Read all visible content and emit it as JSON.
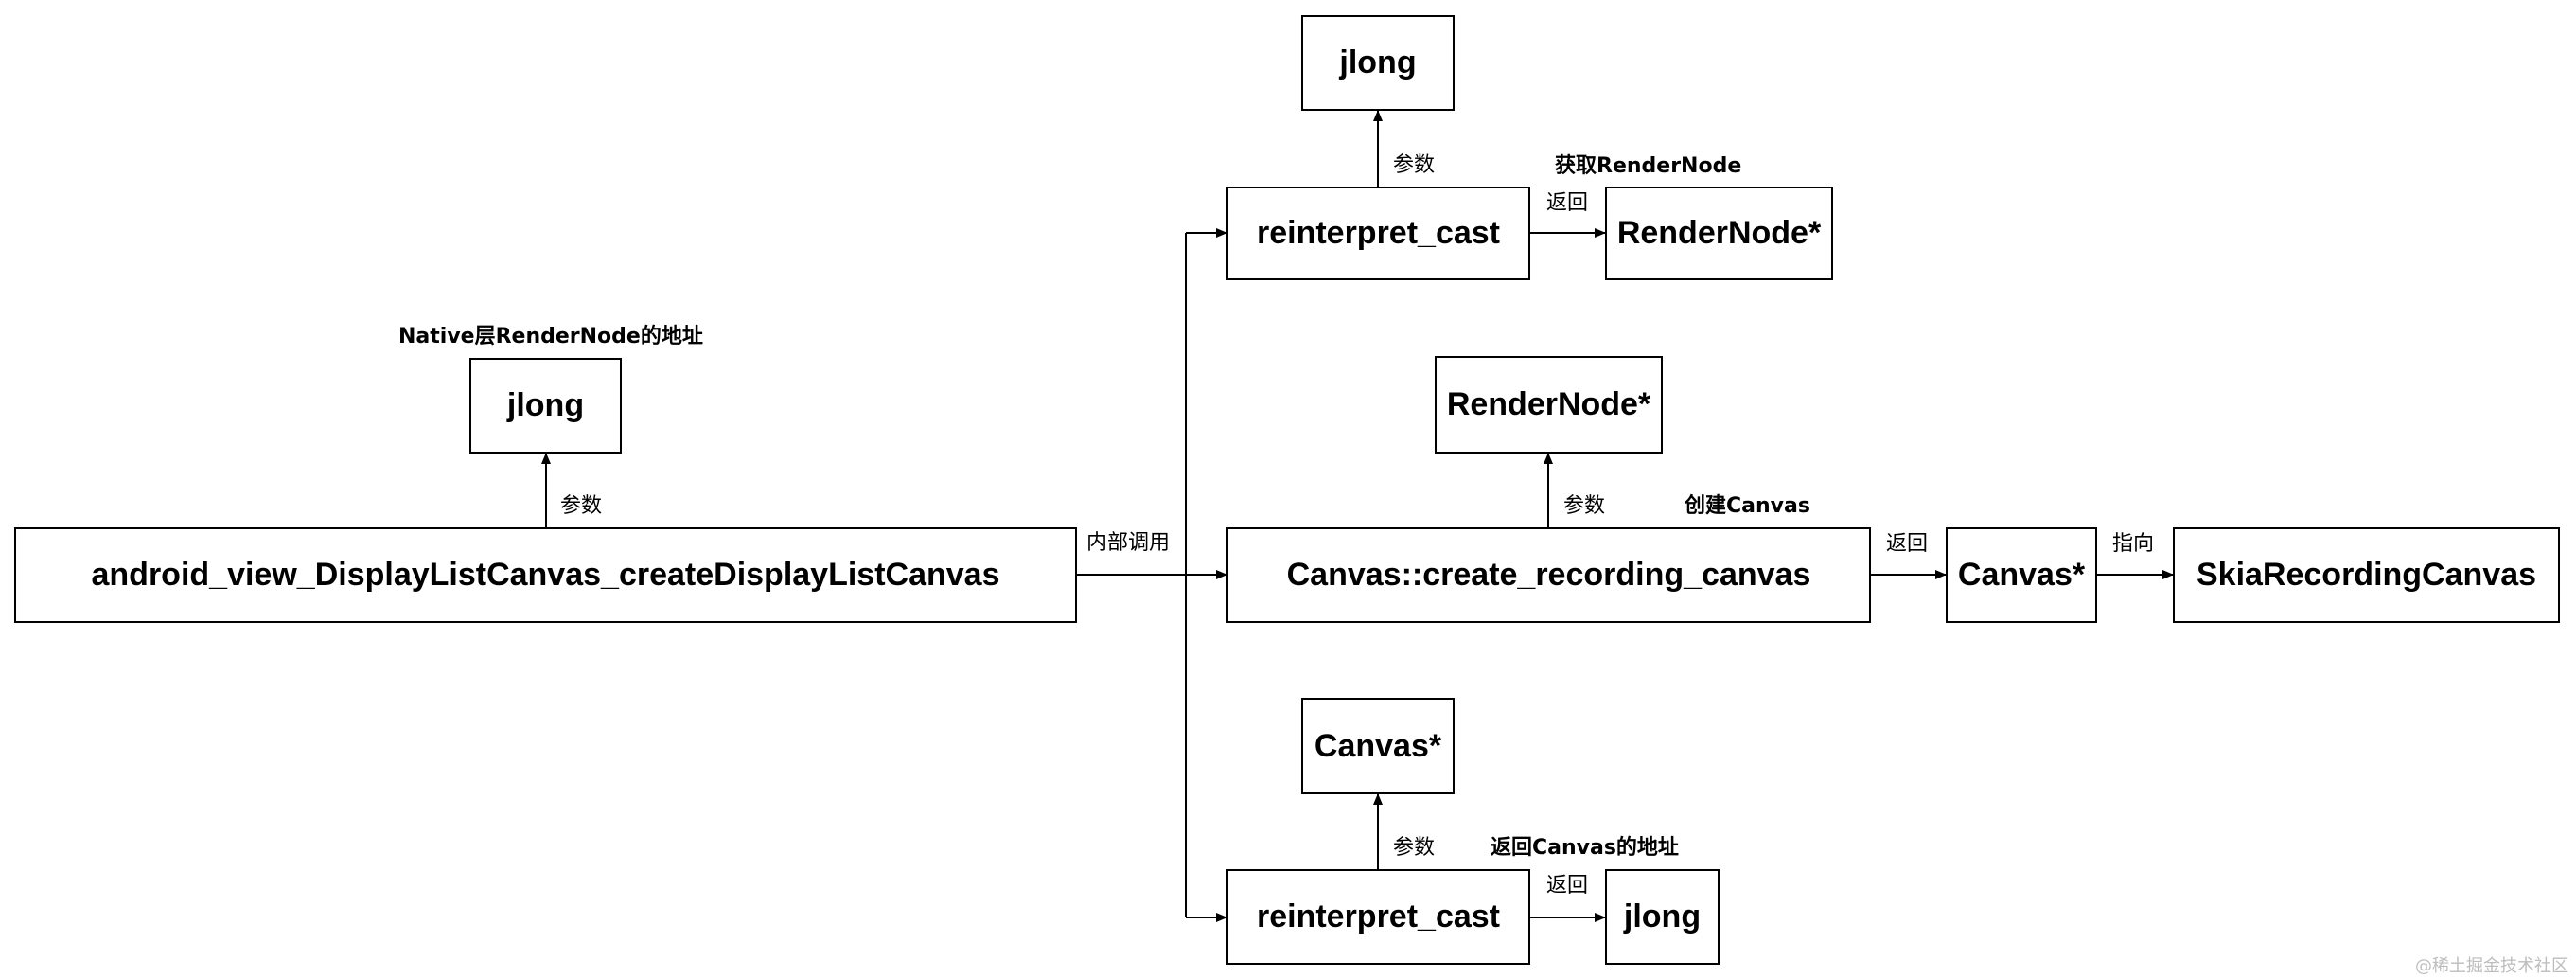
{
  "nodes": {
    "main_func": "android_view_DisplayListCanvas_createDisplayListCanvas",
    "jlong_param": "jlong",
    "reinterpret_top": "reinterpret_cast",
    "jlong_top": "jlong",
    "rendernode_ptr_top": "RenderNode*",
    "create_recording_canvas": "Canvas::create_recording_canvas",
    "rendernode_ptr_mid": "RenderNode*",
    "canvas_ptr_mid": "Canvas*",
    "skia_recording_canvas": "SkiaRecordingCanvas",
    "reinterpret_bottom": "reinterpret_cast",
    "canvas_ptr_bottom": "Canvas*",
    "jlong_bottom": "jlong"
  },
  "labels": {
    "native_addr": "Native层RenderNode的地址",
    "param_main": "参数",
    "internal_call": "内部调用",
    "param_top": "参数",
    "get_rendernode": "获取RenderNode",
    "return_top": "返回",
    "param_mid": "参数",
    "create_canvas": "创建Canvas",
    "return_mid": "返回",
    "points_to": "指向",
    "param_bottom": "参数",
    "return_canvas_addr": "返回Canvas的地址",
    "return_bottom": "返回"
  },
  "watermark": "@稀土掘金技术社区",
  "colors": {
    "stroke": "#000000",
    "background": "#ffffff"
  }
}
